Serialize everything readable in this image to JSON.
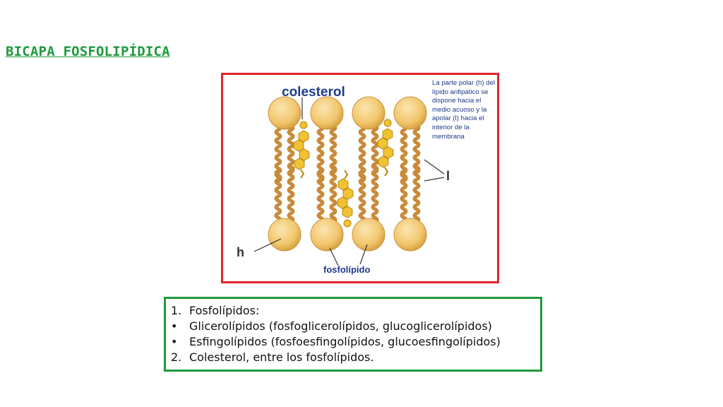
{
  "slide": {
    "title": "BICAPA FOSFOLIPÍDICA"
  },
  "figure": {
    "cholesterol_label": "colesterol",
    "phospholipid_label": "fosfolípido",
    "head_label": "h",
    "tail_label": "l",
    "note": "La parte polar (h) del lípido anfipático se dispone hacia el medio acuoso y la apolar (l) hacia el interior de la membrana",
    "colors": {
      "frame": "#e0242e",
      "head_fill": "#f2c66d",
      "tail": "#c98a3a",
      "cholesterol": "#f1c232",
      "label_blue": "#1e3a8a"
    }
  },
  "list": {
    "items": [
      {
        "marker": "1.",
        "text": "Fosfolípidos:"
      },
      {
        "marker": "•",
        "text": "Glicerolípidos (fosfoglicerolípidos, glucoglicerolípidos)"
      },
      {
        "marker": "•",
        "text": "Esfingolípidos (fosfoesfingolípidos, glucoesfingolípidos)"
      },
      {
        "marker": "2.",
        "text": "Colesterol, entre los fosfolípidos."
      }
    ],
    "border_color": "#1e9a3c"
  }
}
